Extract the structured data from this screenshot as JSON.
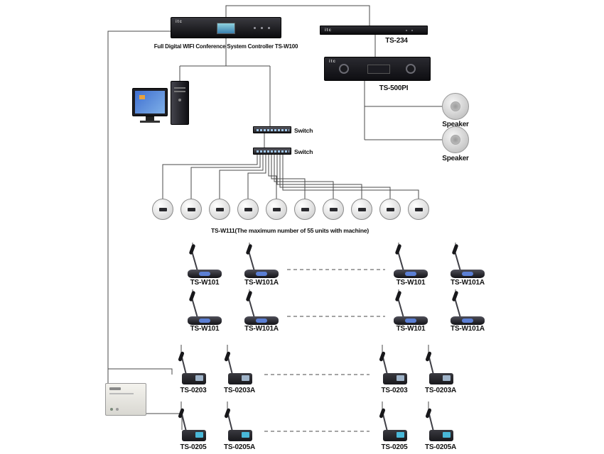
{
  "brand": "itc",
  "devices": {
    "controller": {
      "caption": "Full Digital WIFI Conference System Controller TS-W100"
    },
    "ts234": {
      "caption": "TS-234"
    },
    "ts500pi": {
      "caption": "TS-500PI"
    },
    "speaker_top": {
      "caption": "Speaker"
    },
    "speaker_bottom": {
      "caption": "Speaker"
    },
    "switch_top": {
      "caption": "Switch"
    },
    "switch_bottom": {
      "caption": "Switch"
    },
    "wifi_row": {
      "caption": "TS-W111(The maximum number of 55 units with machine)",
      "unit_count": 10
    }
  },
  "mic_rows": [
    {
      "labels": [
        "TS-W101",
        "TS-W101A",
        "TS-W101",
        "TS-W101A"
      ]
    },
    {
      "labels": [
        "TS-W101",
        "TS-W101A",
        "TS-W101",
        "TS-W101A"
      ]
    },
    {
      "labels": [
        "TS-0203",
        "TS-0203A",
        "TS-0203",
        "TS-0203A"
      ]
    },
    {
      "labels": [
        "TS-0205",
        "TS-0205A",
        "TS-0205",
        "TS-0205A"
      ]
    }
  ],
  "colors": {
    "line": "#4a4a4a",
    "device_dark": "#17171b",
    "screen_blue": "#5b7fd4",
    "label_text": "#111111"
  }
}
